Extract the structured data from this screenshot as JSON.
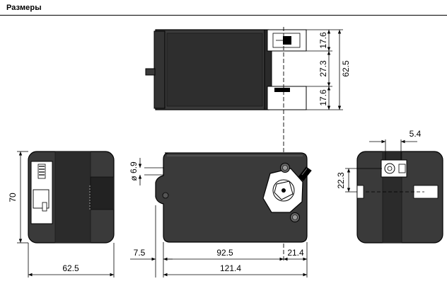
{
  "header": {
    "title": "Размеры"
  },
  "dimensions": {
    "top_17_6_a": "17.6",
    "top_27_3": "27.3",
    "top_62_5": "62.5",
    "top_17_6_b": "17.6",
    "left_70": "70",
    "left_62_5": "62.5",
    "front_d69": "ø 6.9",
    "front_7_5": "7.5",
    "front_92_5": "92.5",
    "front_21_4": "21.4",
    "front_121_4": "121.4",
    "right_5_4": "5.4",
    "right_22_3": "22.3"
  },
  "colors": {
    "body": "#3a3a3a",
    "body_dark": "#1e1e1e",
    "line": "#000000",
    "bg": "#ffffff"
  }
}
